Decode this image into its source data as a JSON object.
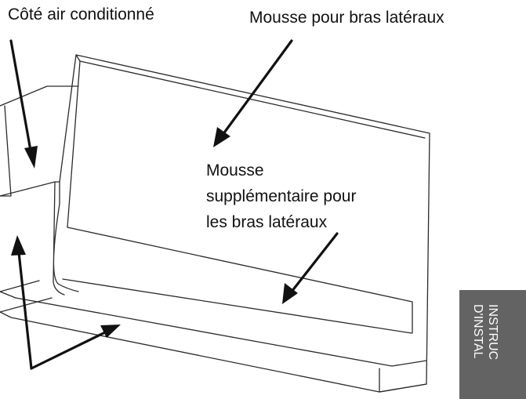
{
  "labels": {
    "ac_side": "Côté air conditionné",
    "arm_foam": "Mousse pour bras latéraux",
    "extra_foam_line1": "Mousse",
    "extra_foam_line2": "supplémentaire pour",
    "extra_foam_line3": "les bras latéraux"
  },
  "side_tab": {
    "line1": "INSTRUC",
    "line2": "D'INSTAL"
  },
  "colors": {
    "line": "#2a2a2a",
    "arrow": "#111111",
    "tab_background": "#636363",
    "tab_text": "#ffffff"
  }
}
